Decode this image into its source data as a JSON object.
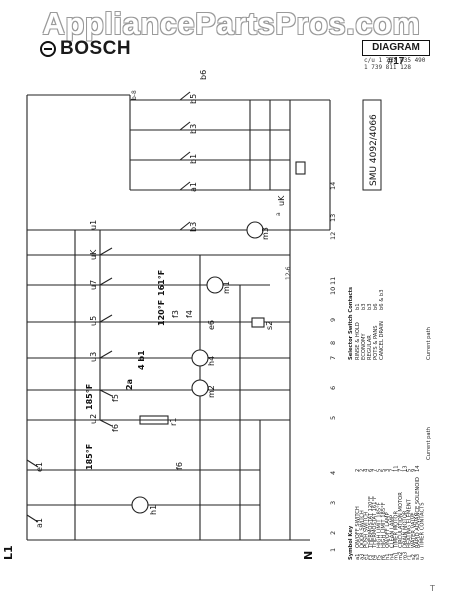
{
  "watermark": "AppliancePartsPros.com",
  "brand": "BOSCH",
  "diagram_title": "DIAGRAM #17",
  "doc_numbers": [
    "c/u 1 737 035 490",
    "1 739 811 128"
  ],
  "model_label": "SMU 4092/4066",
  "page_mark": "T",
  "terminals": {
    "L1": "L1",
    "N": "N"
  },
  "circuit_numbers": [
    "1",
    "2",
    "3",
    "4",
    "5",
    "6",
    "7",
    "8",
    "9",
    "10",
    "11",
    "12",
    "13",
    "14"
  ],
  "part_labels": [
    "a1",
    "e1",
    "h1",
    "f6",
    "f5",
    "r1",
    "f6",
    "m2",
    "h4",
    "s2",
    "e6",
    "m1",
    "m3",
    "f3",
    "f4",
    "u2",
    "u3",
    "u5",
    "u7",
    "uK",
    "u1",
    "b3",
    "b1",
    "a1",
    "b3",
    "b5",
    "b6",
    "uK"
  ],
  "thermostat_labels": [
    "185°F",
    "185°F",
    "120°F",
    "161°F",
    "4 b1",
    "2a"
  ],
  "wire_tags": [
    "12-6",
    "b-8",
    "a"
  ],
  "symbol_key": {
    "heading": "Symbol Key",
    "rows": [
      [
        "a1",
        "ON/OFF SWITCH",
        "2"
      ],
      [
        "a3",
        "DOOR SWITCH",
        "2"
      ],
      [
        "e1",
        "PUSH SWITCH",
        "4"
      ],
      [
        "f3",
        "THERMOSTAT 120°F",
        "6"
      ],
      [
        "f4",
        "THERMOSTAT 161°F",
        "7"
      ],
      [
        "f5",
        "HIGH LIMIT 185°F",
        "5"
      ],
      [
        "f6",
        "HIGH LIMIT 185°F",
        "5"
      ],
      [
        "h1",
        "ON/OFF LAMP",
        "3"
      ],
      [
        "h4",
        "CLEAN LAMP",
        "7"
      ],
      [
        "m1",
        "TIMER MOTOR",
        "11"
      ],
      [
        "m2",
        "CIRCULATION MOTOR",
        "7"
      ],
      [
        "m3",
        "DRAIN MOTOR",
        "13"
      ],
      [
        "r1",
        "HEATING ELEMENT",
        "5"
      ],
      [
        "s2",
        "WATER VALVE",
        "9"
      ],
      [
        "s3",
        "RAPID ADVANCE SOLENOID",
        "14"
      ],
      [
        "u",
        "TIMER CONTACTS",
        ""
      ]
    ],
    "footer": "Current path"
  },
  "selector_key": {
    "heading": "Selector Switch Contacts",
    "rows": [
      [
        "RINSE & HOLD",
        "b1"
      ],
      [
        "ECONOMY",
        "b3"
      ],
      [
        "REGULAR",
        "b3"
      ],
      [
        "POTS & PANS",
        "b6"
      ],
      [
        "CANCEL DRAIN",
        "b6 & b3"
      ]
    ],
    "footer": "Current path"
  }
}
